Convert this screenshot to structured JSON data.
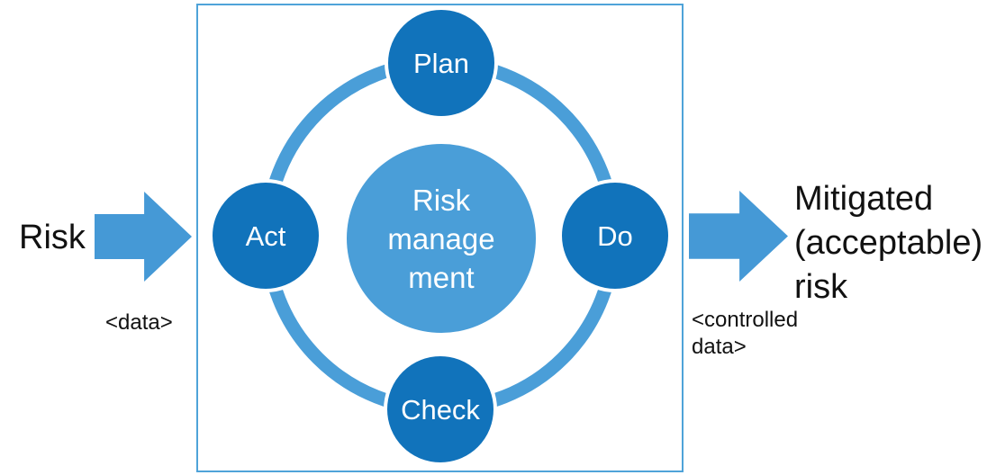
{
  "colors": {
    "node_fill": "#1173BB",
    "accent_light": "#4A9ED8",
    "arrow_fill": "#4599D6",
    "frame_border": "#4FA3D9",
    "text_dark": "#111111",
    "text_light": "#FFFFFF"
  },
  "cycle": {
    "center_label": "Risk\nmanage\nment",
    "nodes": [
      {
        "id": "plan",
        "label": "Plan"
      },
      {
        "id": "do",
        "label": "Do"
      },
      {
        "id": "check",
        "label": "Check"
      },
      {
        "id": "act",
        "label": "Act"
      }
    ]
  },
  "input": {
    "label": "Risk",
    "annotation": "<data>"
  },
  "output": {
    "label": "Mitigated\n(acceptable)\nrisk",
    "annotation": "<controlled\ndata>"
  }
}
